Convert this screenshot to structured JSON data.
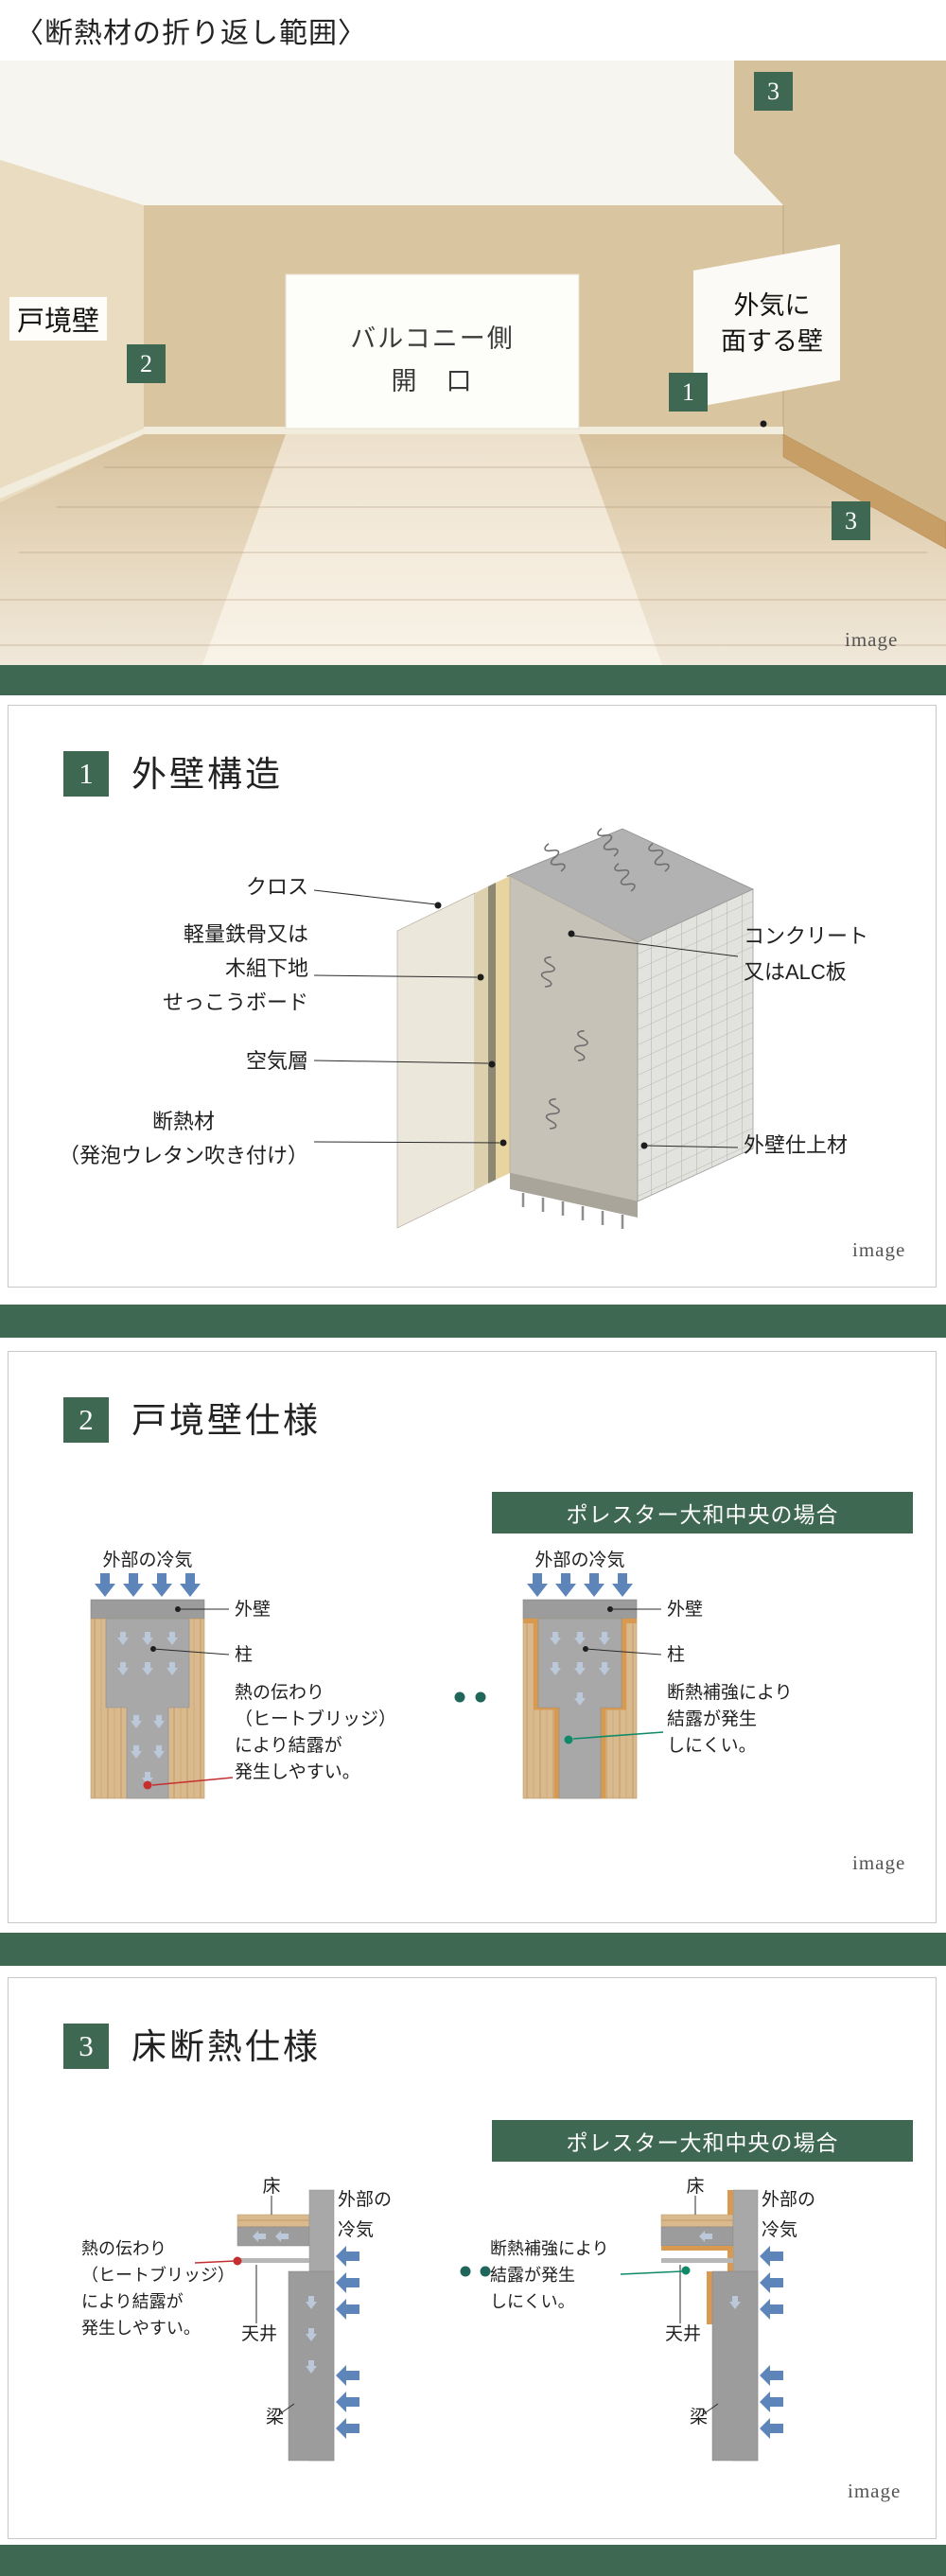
{
  "page": {
    "title": "〈断熱材の折り返し範囲〉"
  },
  "room": {
    "caption": "image",
    "partition_wall_label": "戸境壁",
    "opening_label_1": "バルコニー側",
    "opening_label_2": "開　口",
    "exterior_wall_label_1": "外気に",
    "exterior_wall_label_2": "面する壁",
    "badge_1": "1",
    "badge_2": "2",
    "badge_3_top": "3",
    "badge_3_bottom": "3"
  },
  "section1": {
    "badge": "1",
    "title": "外壁構造",
    "caption": "image",
    "labels": {
      "cloth": "クロス",
      "board_1": "軽量鉄骨又は",
      "board_2": "木組下地",
      "board_3": "せっこうボード",
      "air": "空気層",
      "insulation_1": "断熱材",
      "insulation_2": "（発泡ウレタン吹き付け）",
      "concrete_1": "コンクリート",
      "concrete_2": "又はALC板",
      "finish": "外壁仕上材"
    }
  },
  "section2": {
    "badge": "2",
    "title": "戸境壁仕様",
    "case_header": "ポレスター大和中央の場合",
    "caption": "image",
    "left": {
      "cold_air": "外部の冷気",
      "wall": "外壁",
      "pillar": "柱",
      "note_1": "熱の伝わり",
      "note_2": "（ヒートブリッジ）",
      "note_3": "により結露が",
      "note_4": "発生しやすい。"
    },
    "right": {
      "cold_air": "外部の冷気",
      "wall": "外壁",
      "pillar": "柱",
      "note_1": "断熱補強により",
      "note_2": "結露が発生",
      "note_3": "しにくい。"
    }
  },
  "section3": {
    "badge": "3",
    "title": "床断熱仕様",
    "case_header": "ポレスター大和中央の場合",
    "caption": "image",
    "left": {
      "floor": "床",
      "cold_air_1": "外部の",
      "cold_air_2": "冷気",
      "ceiling": "天井",
      "beam": "梁",
      "note_1": "熱の伝わり",
      "note_2": "（ヒートブリッジ）",
      "note_3": "により結露が",
      "note_4": "発生しやすい。"
    },
    "right": {
      "floor": "床",
      "cold_air_1": "外部の",
      "cold_air_2": "冷気",
      "ceiling": "天井",
      "beam": "梁",
      "note_1": "断熱補強により",
      "note_2": "結露が発生",
      "note_3": "しにくい。"
    }
  },
  "colors": {
    "accent_green": "#3e6852",
    "wood": "#d9ba8e",
    "concrete": "#9c9c9c",
    "cold_blue": "#5d85ba",
    "alert_red": "#c62f2f",
    "ok_green": "#0f8a68"
  }
}
